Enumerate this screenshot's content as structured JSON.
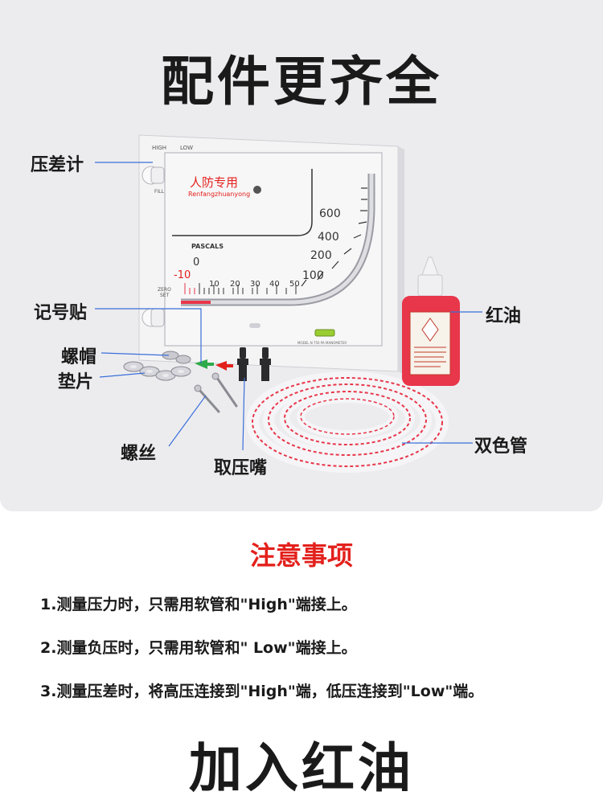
{
  "header": {
    "title": "配件更齐全"
  },
  "callouts": {
    "gauge": "压差计",
    "sticker": "记号贴",
    "nut": "螺帽",
    "washer": "垫片",
    "screw": "螺丝",
    "nozzle": "取压嘴",
    "red_oil": "红油",
    "tube": "双色管"
  },
  "gauge_face": {
    "brand_cn": "人防专用",
    "brand_pinyin": "Renfangzhuanyong",
    "high": "HIGH",
    "low": "LOW",
    "fill": "FILL",
    "zero_set_1": "ZERO",
    "zero_set_2": "SET",
    "pascals": "PASCALS",
    "model": "MODEL N 750 PA MANOMETER",
    "scale_zero": "0",
    "scale_neg": "-10",
    "horizontal_ticks": [
      "10",
      "20",
      "30",
      "40",
      "50"
    ],
    "vertical_ticks": [
      "100",
      "200",
      "400",
      "600"
    ]
  },
  "notice": {
    "title": "注意事项",
    "items": [
      "1.测量压力时，只需用软管和\"High\"端接上。",
      "2.测量负压时，只需用软管和\" Low\"端接上。",
      "3.测量压差时，将高压连接到\"High\"端，低压连接到\"Low\"端。"
    ]
  },
  "footer": {
    "title": "加入红油"
  },
  "colors": {
    "accent_red": "#e3211c",
    "oil_red": "#e8364a",
    "panel_bg": "#ececef"
  }
}
